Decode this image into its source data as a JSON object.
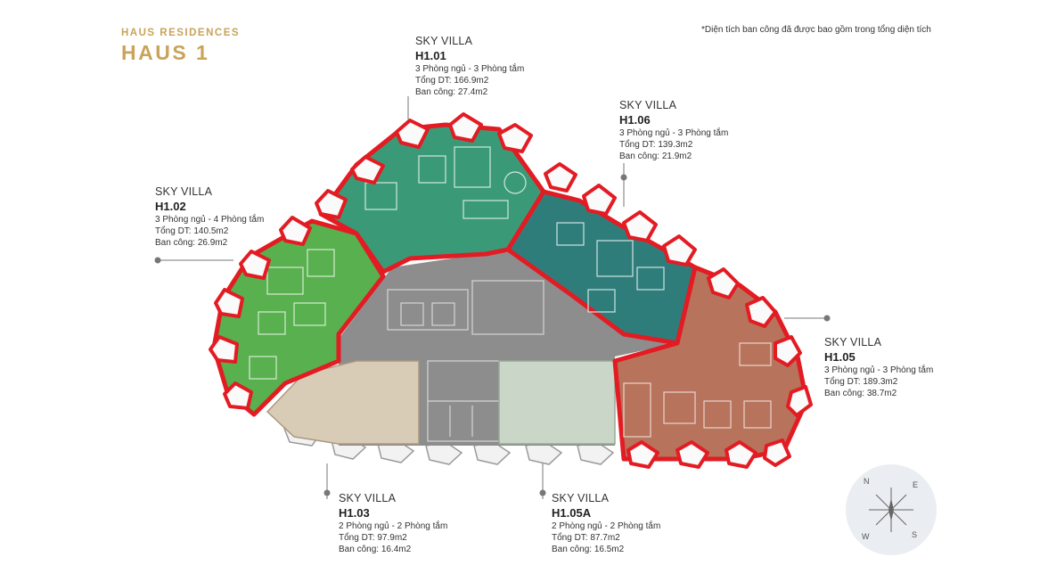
{
  "header": {
    "brand": "HAUS RESIDENCES",
    "tower": "HAUS 1",
    "note": "*Diện tích ban công đã được bao gồm trong tổng diện tích"
  },
  "units": [
    {
      "id": "h101",
      "kind": "SKY VILLA",
      "code": "H1.01",
      "rooms": "3 Phòng ngủ - 3 Phòng tắm",
      "total": "Tổng DT: 166.9m2",
      "balcony": "Ban công: 27.4m2",
      "color": "#3a9a78"
    },
    {
      "id": "h106",
      "kind": "SKY VILLA",
      "code": "H1.06",
      "rooms": "3 Phòng ngủ - 3 Phòng tắm",
      "total": "Tổng DT: 139.3m2",
      "balcony": "Ban công: 21.9m2",
      "color": "#2f7d7b"
    },
    {
      "id": "h102",
      "kind": "SKY VILLA",
      "code": "H1.02",
      "rooms": "3 Phòng ngủ - 4 Phòng tắm",
      "total": "Tổng DT: 140.5m2",
      "balcony": "Ban công: 26.9m2",
      "color": "#58b04e"
    },
    {
      "id": "h105",
      "kind": "SKY VILLA",
      "code": "H1.05",
      "rooms": "3 Phòng ngủ - 3 Phòng tắm",
      "total": "Tổng DT: 189.3m2",
      "balcony": "Ban công: 38.7m2",
      "color": "#b7735c"
    },
    {
      "id": "h103",
      "kind": "SKY VILLA",
      "code": "H1.03",
      "rooms": "2 Phòng ngủ - 2 Phòng tắm",
      "total": "Tổng DT: 97.9m2",
      "balcony": "Ban công: 16.4m2",
      "color": "#d9ccb6"
    },
    {
      "id": "h105a",
      "kind": "SKY VILLA",
      "code": "H1.05A",
      "rooms": "2 Phòng ngủ - 2 Phòng tắm",
      "total": "Tổng DT: 87.7m2",
      "balcony": "Ban công: 16.5m2",
      "color": "#c9d6c8"
    }
  ],
  "compass": {
    "n": "N",
    "e": "E",
    "s": "S",
    "w": "W"
  },
  "colors": {
    "gold": "#c9a35a",
    "highlight": "#e31b23",
    "core": "#8a8a8a"
  }
}
